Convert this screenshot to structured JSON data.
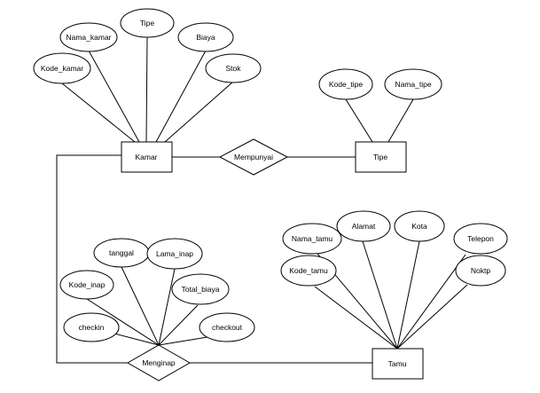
{
  "entities": {
    "kamar": "Kamar",
    "tipe": "Tipe",
    "tamu": "Tamu"
  },
  "relationships": {
    "mempunyai": "Mempunyai",
    "menginap": "Menginap"
  },
  "attributes": {
    "kode_kamar": "Kode_kamar",
    "nama_kamar": "Nama_kamar",
    "tipe_kamar": "Tipe",
    "biaya": "Biaya",
    "stok": "Stok",
    "kode_tipe": "Kode_tipe",
    "nama_tipe": "Nama_tipe",
    "nama_tamu": "Nama_tamu",
    "alamat": "Alamat",
    "kota": "Kota",
    "telepon": "Telepon",
    "kode_tamu": "Kode_tamu",
    "noktp": "Noktp",
    "tanggal": "tanggal",
    "lama_inap": "Lama_inap",
    "kode_inap": "Kode_inap",
    "total_biaya": "Total_biaya",
    "checkin": "checkin",
    "checkout": "checkout"
  }
}
